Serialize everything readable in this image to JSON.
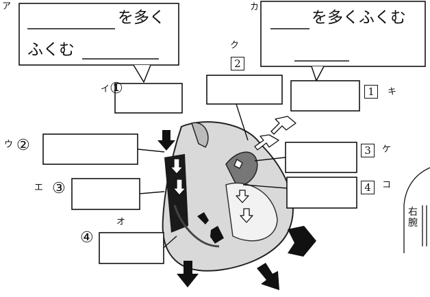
{
  "title_box_left": {
    "line1_suffix": "を多く",
    "line2_prefix": "ふくむ"
  },
  "title_box_right": {
    "line1_suffix": "を多くふくむ"
  },
  "letters": {
    "a": "ア",
    "i": "イ",
    "u": "ウ",
    "e": "エ",
    "o": "オ",
    "ka": "カ",
    "ki": "キ",
    "ku": "ク",
    "ke": "ケ",
    "ko": "コ"
  },
  "circled": {
    "c1": "①",
    "c2": "②",
    "c3": "③",
    "c4": "④"
  },
  "boxed": {
    "b1": "1",
    "b2": "2",
    "b3": "3",
    "b4": "4"
  },
  "side_label": {
    "l1": "右",
    "l2": "腕"
  }
}
